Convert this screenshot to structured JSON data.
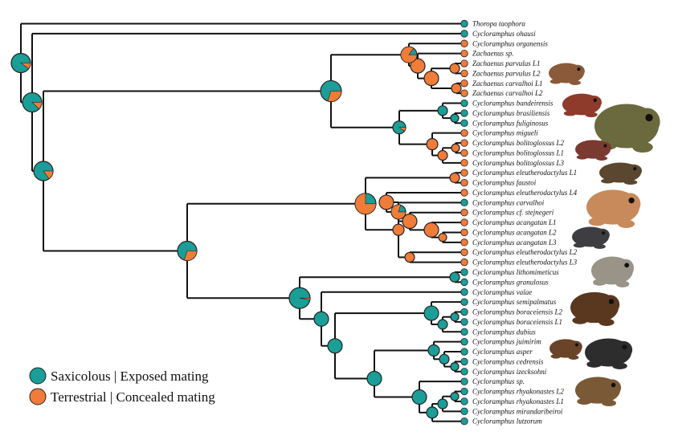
{
  "colors": {
    "saxicolous": "#1a9e97",
    "terrestrial": "#f07c3a",
    "branch": "#111111",
    "node_outline": "#222222"
  },
  "legend": {
    "items": [
      {
        "label": "Saxicolous | Exposed mating",
        "state": "saxicolous"
      },
      {
        "label": "Terrestrial | Concealed mating",
        "state": "terrestrial"
      }
    ]
  },
  "tips": [
    {
      "name": "Thoropa taophora",
      "state": "saxicolous"
    },
    {
      "name": "Cycloramphus ohausi",
      "state": "saxicolous"
    },
    {
      "name": "Cycloramphus organensis",
      "state": "terrestrial"
    },
    {
      "name": "Zachaenus sp.",
      "state": "terrestrial"
    },
    {
      "name": "Zachaenus parvulus L1",
      "state": "terrestrial"
    },
    {
      "name": "Zachaenus parvulus L2",
      "state": "terrestrial"
    },
    {
      "name": "Zachaenus carvalhoi L1",
      "state": "terrestrial"
    },
    {
      "name": "Zachaenus carvalhoi L2",
      "state": "terrestrial"
    },
    {
      "name": "Cycloramphus bandeirensis",
      "state": "saxicolous"
    },
    {
      "name": "Cycloramphus brasiliensis",
      "state": "saxicolous"
    },
    {
      "name": "Cycloramphus fuliginosus",
      "state": "saxicolous"
    },
    {
      "name": "Cycloramphus migueli",
      "state": "terrestrial"
    },
    {
      "name": "Cycloramphus bolitoglossus L2",
      "state": "terrestrial"
    },
    {
      "name": "Cycloramphus bolitoglossus L1",
      "state": "terrestrial"
    },
    {
      "name": "Cycloramphus bolitoglossus L3",
      "state": "terrestrial"
    },
    {
      "name": "Cycloramphus eleutherodactylus L1",
      "state": "terrestrial"
    },
    {
      "name": "Cycloramphus faustoi",
      "state": "terrestrial"
    },
    {
      "name": "Cycloramphus eleutherodactylus L4",
      "state": "terrestrial"
    },
    {
      "name": "Cycloramphus carvalhoi",
      "state": "saxicolous"
    },
    {
      "name": "Cycloramphus cf. stejnegeri",
      "state": "terrestrial"
    },
    {
      "name": "Cycloramphus acangatan L1",
      "state": "terrestrial"
    },
    {
      "name": "Cycloramphus acangatan L2",
      "state": "terrestrial"
    },
    {
      "name": "Cycloramphus acangatan L3",
      "state": "terrestrial"
    },
    {
      "name": "Cycloramphus eleutherodactylus L2",
      "state": "terrestrial"
    },
    {
      "name": "Cycloramphus eleutherodactylus L3",
      "state": "terrestrial"
    },
    {
      "name": "Cycloramphus lithomimeticus",
      "state": "saxicolous"
    },
    {
      "name": "Cycloramphus granulosus",
      "state": "saxicolous"
    },
    {
      "name": "Cycloramphus valae",
      "state": "saxicolous"
    },
    {
      "name": "Cycloramphus semipalmatus",
      "state": "saxicolous"
    },
    {
      "name": "Cycloramphus boraceiensis L2",
      "state": "saxicolous"
    },
    {
      "name": "Cycloramphus boraceiensis L1",
      "state": "saxicolous"
    },
    {
      "name": "Cycloramphus dubius",
      "state": "saxicolous"
    },
    {
      "name": "Cycloramphus juimirim",
      "state": "saxicolous"
    },
    {
      "name": "Cycloramphus asper",
      "state": "saxicolous"
    },
    {
      "name": "Cycloramphus cedrensis",
      "state": "saxicolous"
    },
    {
      "name": "Cycloramphus izecksohni",
      "state": "saxicolous"
    },
    {
      "name": "Cycloramphus sp.",
      "state": "saxicolous"
    },
    {
      "name": "Cycloramphus rhyakonastes L2",
      "state": "saxicolous"
    },
    {
      "name": "Cycloramphus rhyakonastes L1",
      "state": "saxicolous"
    },
    {
      "name": "Cycloramphus mirandaribeiroi",
      "state": "saxicolous"
    },
    {
      "name": "Cycloramphus lutzorum",
      "state": "saxicolous"
    }
  ],
  "node_pies": {
    "root": 0.1,
    "n_ohausi": 0.12,
    "n_main": 0.15,
    "n_zach_cyc": 0.3,
    "n_zach": 0.85,
    "n_cyc_band": 0.1,
    "n_mid": 0.3,
    "n_elf": 0.75,
    "n_saxi": 0.03
  },
  "photos": [
    {
      "name": "frog-photo-zachaenus",
      "color": "#8a5a3a"
    },
    {
      "name": "frog-photo-brasiliensis",
      "color": "#8e3b2c"
    },
    {
      "name": "frog-photo-fuliginosus",
      "color": "#6b6a3e"
    },
    {
      "name": "frog-photo-bolitoglossus",
      "color": "#7a3a30"
    },
    {
      "name": "frog-photo-eleutherodactylus",
      "color": "#5b4630"
    },
    {
      "name": "frog-photo-stejnegeri",
      "color": "#c88a5a"
    },
    {
      "name": "frog-photo-acangatan",
      "color": "#3e3e42"
    },
    {
      "name": "frog-photo-lithomimeticus",
      "color": "#9a9388"
    },
    {
      "name": "frog-photo-semipalmatus",
      "color": "#5a3820"
    },
    {
      "name": "frog-photo-juimirim",
      "color": "#6a4428"
    },
    {
      "name": "frog-photo-asper",
      "color": "#2e2d2e"
    },
    {
      "name": "frog-photo-rhyakonastes",
      "color": "#7a5a36"
    }
  ]
}
